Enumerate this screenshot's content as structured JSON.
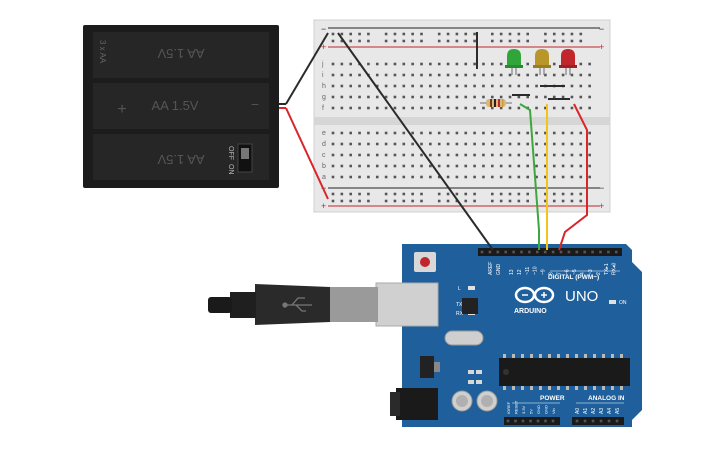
{
  "battery": {
    "cells": [
      {
        "label": "AA 1.5V"
      },
      {
        "label": "AA 1.5V"
      },
      {
        "label": "AA 1.5V"
      }
    ],
    "count_label": "3 x AA",
    "switch_off": "OFF",
    "switch_on": "ON",
    "plus_sign": "+",
    "minus_sign": "−"
  },
  "breadboard": {
    "rail_minus": "−",
    "rail_plus": "+",
    "row_letters_top": [
      "j",
      "i",
      "h",
      "g",
      "f"
    ],
    "row_letters_bottom": [
      "e",
      "d",
      "c",
      "b",
      "a"
    ],
    "column_count": 30
  },
  "leds": [
    {
      "color": "green",
      "hex": "#2fa53a"
    },
    {
      "color": "yellow",
      "hex": "#b8962a"
    },
    {
      "color": "red",
      "hex": "#c0262c"
    }
  ],
  "wires": [
    {
      "color": "black",
      "hex": "#2b2b2b"
    },
    {
      "color": "red",
      "hex": "#d8262a"
    },
    {
      "color": "green",
      "hex": "#3fa63f"
    },
    {
      "color": "yellow",
      "hex": "#f2c418"
    }
  ],
  "arduino": {
    "model": "UNO",
    "brand": "ARDUINO",
    "digital_label": "DIGITAL (PWM~)",
    "power_label": "POWER",
    "analog_label": "ANALOG IN",
    "on_label": "ON",
    "tx_label": "TX",
    "rx_label": "RX",
    "l_label": "L",
    "aref_label": "AREF",
    "gnd_label": "GND",
    "digital_pins": [
      "13",
      "12",
      "~11",
      "~10",
      "~9",
      "8",
      "7",
      "~6",
      "~5",
      "4",
      "~3",
      "2",
      "TX▸1",
      "RX◂0"
    ],
    "power_pins": [
      "IOREF",
      "RESET",
      "3.3V",
      "5V",
      "GND",
      "GND",
      "Vin"
    ],
    "analog_pins": [
      "A0",
      "A1",
      "A2",
      "A3",
      "A4",
      "A5"
    ],
    "board_color": "#1f5f9c"
  }
}
